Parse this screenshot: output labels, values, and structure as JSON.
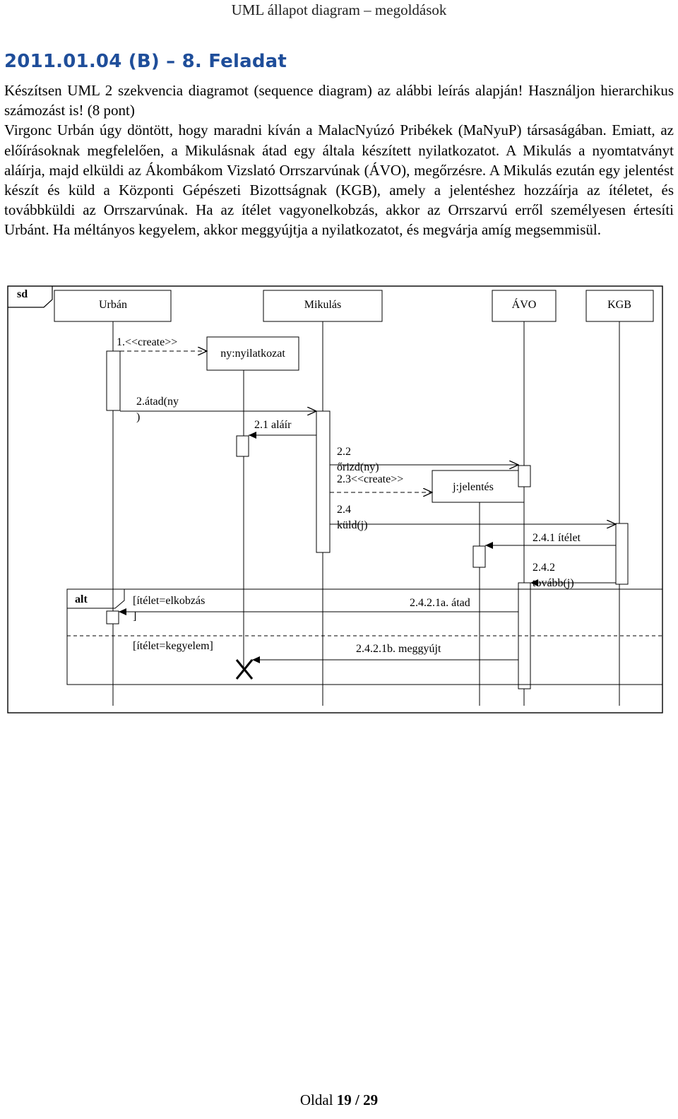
{
  "header": {
    "title": "UML állapot diagram – megoldások"
  },
  "heading": "2011.01.04 (B) – 8. Feladat",
  "paragraphs": [
    "Készítsen UML 2 szekvencia diagramot (sequence diagram) az alábbi leírás alapján! Használjon hierarchikus számozást is! (8 pont)",
    "Virgonc Urbán úgy döntött, hogy maradni kíván a MalacNyúzó Pribékek (MaNyuP) társaságában. Emiatt, az előírásoknak megfelelően, a Mikulásnak átad egy általa készített nyilatkozatot. A Mikulás a nyomtatványt aláírja, majd elküldi az Ákombákom Vizslató Orrszarvúnak (ÁVO), megőrzésre. A Mikulás ezután egy jelentést készít és küld a Központi Gépészeti Bizottságnak (KGB), amely a jelentéshez hozzáírja az ítéletet, és továbbküldi az Orrszarvúnak. Ha az ítélet vagyonelkobzás, akkor az Orrszarvú erről személyesen értesíti Urbánt. Ha méltányos kegyelem, akkor meggyújtja a nyilatkozatot, és megvárja amíg megsemmisül."
  ],
  "diagram": {
    "frame_label": "sd",
    "lifelines": {
      "urban": "Urbán",
      "mikulas": "Mikulás",
      "avo": "ÁVO",
      "kgb": "KGB"
    },
    "created_objects": {
      "nyilatkozat": "ny:nyilatkozat",
      "jelentes": "j:jelentés"
    },
    "messages": {
      "m1": "1.<<create>>",
      "m2_line1": "2.átad(ny",
      "m2_line2": ")",
      "m21": "2.1 aláír",
      "m22_line1": "2.2",
      "m22_line2": "őrizd(ny)",
      "m23": "2.3<<create>>",
      "m24_line1": "2.4",
      "m24_line2": "küld(j)",
      "m241": "2.4.1 ítélet",
      "m242_line1": "2.4.2",
      "m242_line2": "tovább(j)",
      "m2421a": "2.4.2.1a. átad",
      "m2421b": "2.4.2.1b. meggyújt"
    },
    "alt_fragment": {
      "label": "alt",
      "guard1_line1": "[ítélet=elkobzás",
      "guard1_line2": "]",
      "guard2": "[ítélet=kegyelem]"
    }
  },
  "footer": {
    "prefix": "Oldal ",
    "page": "19",
    "separator": " / ",
    "total": "29"
  }
}
